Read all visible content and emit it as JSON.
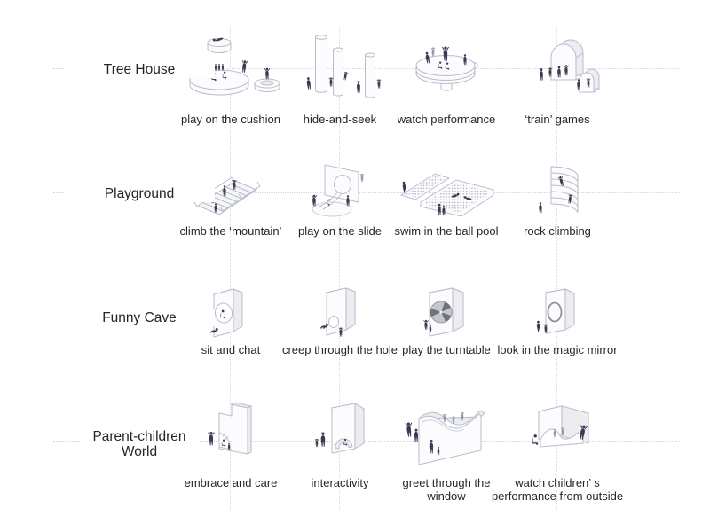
{
  "diagram": {
    "title": "children activity spaces diagram",
    "colors": {
      "figure": "#3a3a52",
      "figure_light": "#9595ab",
      "outline": "#b7bdca",
      "grid_line": "#d0d6e0",
      "text": "#26262c"
    },
    "rows": [
      {
        "label": "Tree House",
        "items": [
          {
            "icon": "play-on-the-cushion-icon",
            "caption": "play on the cushion"
          },
          {
            "icon": "hide-and-seek-icon",
            "caption": "hide-and-seek"
          },
          {
            "icon": "watch-performance-icon",
            "caption": "watch performance"
          },
          {
            "icon": "train-games-icon",
            "caption": "‘train’ games"
          }
        ]
      },
      {
        "label": "Playground",
        "items": [
          {
            "icon": "climb-the-mountain-icon",
            "caption": "climb the ‘mountain’"
          },
          {
            "icon": "play-on-the-slide-icon",
            "caption": "play on the slide"
          },
          {
            "icon": "swim-in-the-ball-pool-icon",
            "caption": "swim in the ball pool"
          },
          {
            "icon": "rock-climbing-icon",
            "caption": "rock climbing"
          }
        ]
      },
      {
        "label": "Funny Cave",
        "items": [
          {
            "icon": "sit-and-chat-icon",
            "caption": "sit and chat"
          },
          {
            "icon": "creep-through-the-hole-icon",
            "caption": "creep through the hole"
          },
          {
            "icon": "play-the-turntable-icon",
            "caption": "play the turntable"
          },
          {
            "icon": "look-in-the-magic-mirror-icon",
            "caption": "look in the magic mirror"
          }
        ]
      },
      {
        "label": "Parent-children World",
        "items": [
          {
            "icon": "embrace-and-care-icon",
            "caption": "embrace and care"
          },
          {
            "icon": "interactivity-icon",
            "caption": "interactivity"
          },
          {
            "icon": "greet-through-the-window-icon",
            "caption": "greet through the window"
          },
          {
            "icon": "watch-childrens-performance-icon",
            "caption": "watch children’ s performance from outside"
          }
        ]
      }
    ]
  }
}
